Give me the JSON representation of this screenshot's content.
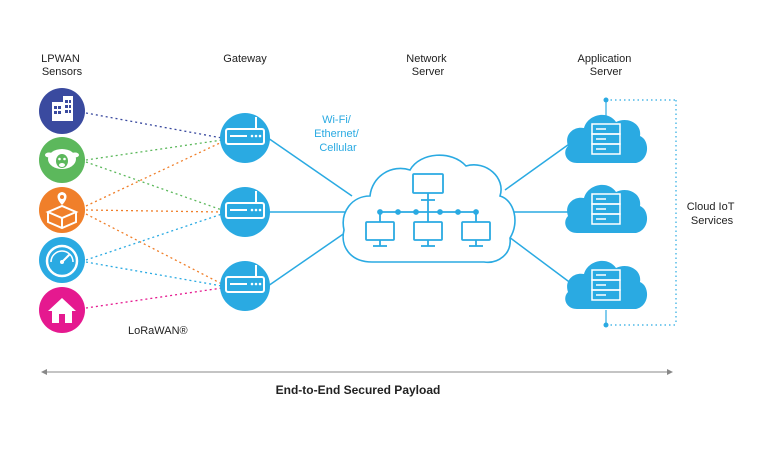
{
  "columns": {
    "sensors": [
      "LPWAN",
      "Sensors"
    ],
    "gateway": [
      "Gateway"
    ],
    "network_server": [
      "Network",
      "Server"
    ],
    "application_server": [
      "Application",
      "Server"
    ]
  },
  "connectivity_label": [
    "Wi-Fi/",
    "Ethernet/",
    "Cellular"
  ],
  "cloud_services_label": [
    "Cloud IoT",
    "Services"
  ],
  "protocol_label": "LoRaWAN®",
  "footer_label": "End-to-End Secured Payload",
  "sensors": [
    {
      "icon": "building-icon",
      "color": "#3a4a9f"
    },
    {
      "icon": "sheep-icon",
      "color": "#5cb85c"
    },
    {
      "icon": "package-location-icon",
      "color": "#f07f2a"
    },
    {
      "icon": "gauge-icon",
      "color": "#2aaae2"
    },
    {
      "icon": "home-icon",
      "color": "#e5198f"
    }
  ],
  "colors": {
    "accent": "#2aaae2",
    "cloud_fill": "#2aaae2",
    "text": "#222222"
  }
}
